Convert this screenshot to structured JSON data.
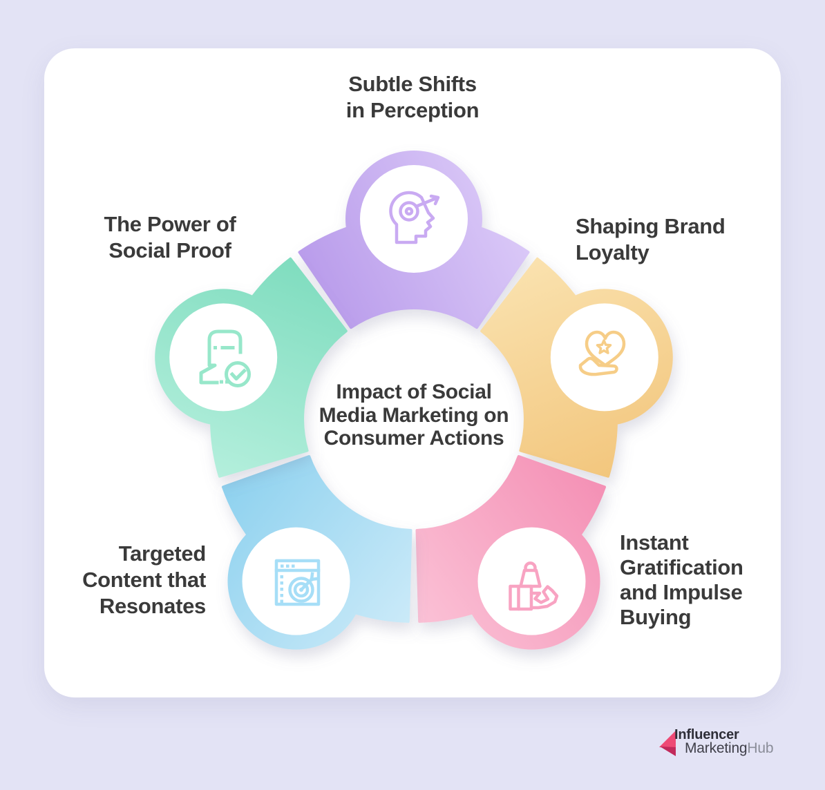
{
  "page": {
    "background_color": "#e3e3f5",
    "card_color": "#ffffff",
    "text_color": "#3a3a3a"
  },
  "center": {
    "title": "Impact of Social\nMedia Marketing on\nConsumer Actions"
  },
  "segments": [
    {
      "id": "perception",
      "label": "Subtle Shifts\nin Perception",
      "icon": "head-target-arrow-icon",
      "color_start": "#b495e9",
      "color_end": "#dccbf8",
      "icon_color": "#c9aaf2"
    },
    {
      "id": "loyalty",
      "label": "Shaping Brand\nLoyalty",
      "icon": "hand-heart-star-icon",
      "color_start": "#fae2af",
      "color_end": "#f2c57b",
      "icon_color": "#f6cd87"
    },
    {
      "id": "impulse",
      "label": "Instant\nGratification\nand Impulse\nBuying",
      "icon": "hand-shopping-bag-icon",
      "color_start": "#fbc3d7",
      "color_end": "#f48fb4",
      "icon_color": "#f8a3c2"
    },
    {
      "id": "targeted",
      "label": "Targeted\nContent that\nResonates",
      "icon": "browser-bullseye-icon",
      "color_start": "#8bd0ee",
      "color_end": "#cdebf9",
      "icon_color": "#a6def7"
    },
    {
      "id": "social_proof",
      "label": "The Power of\nSocial Proof",
      "icon": "person-check-icon",
      "color_start": "#7edcbe",
      "color_end": "#b7f0de",
      "icon_color": "#97e7ca"
    }
  ],
  "logo": {
    "line1": "Influencer",
    "line2_dark": "Marketing",
    "line2_light": "Hub",
    "arrow_light_color": "#ee4a75",
    "arrow_dark_color": "#c22a5b"
  }
}
